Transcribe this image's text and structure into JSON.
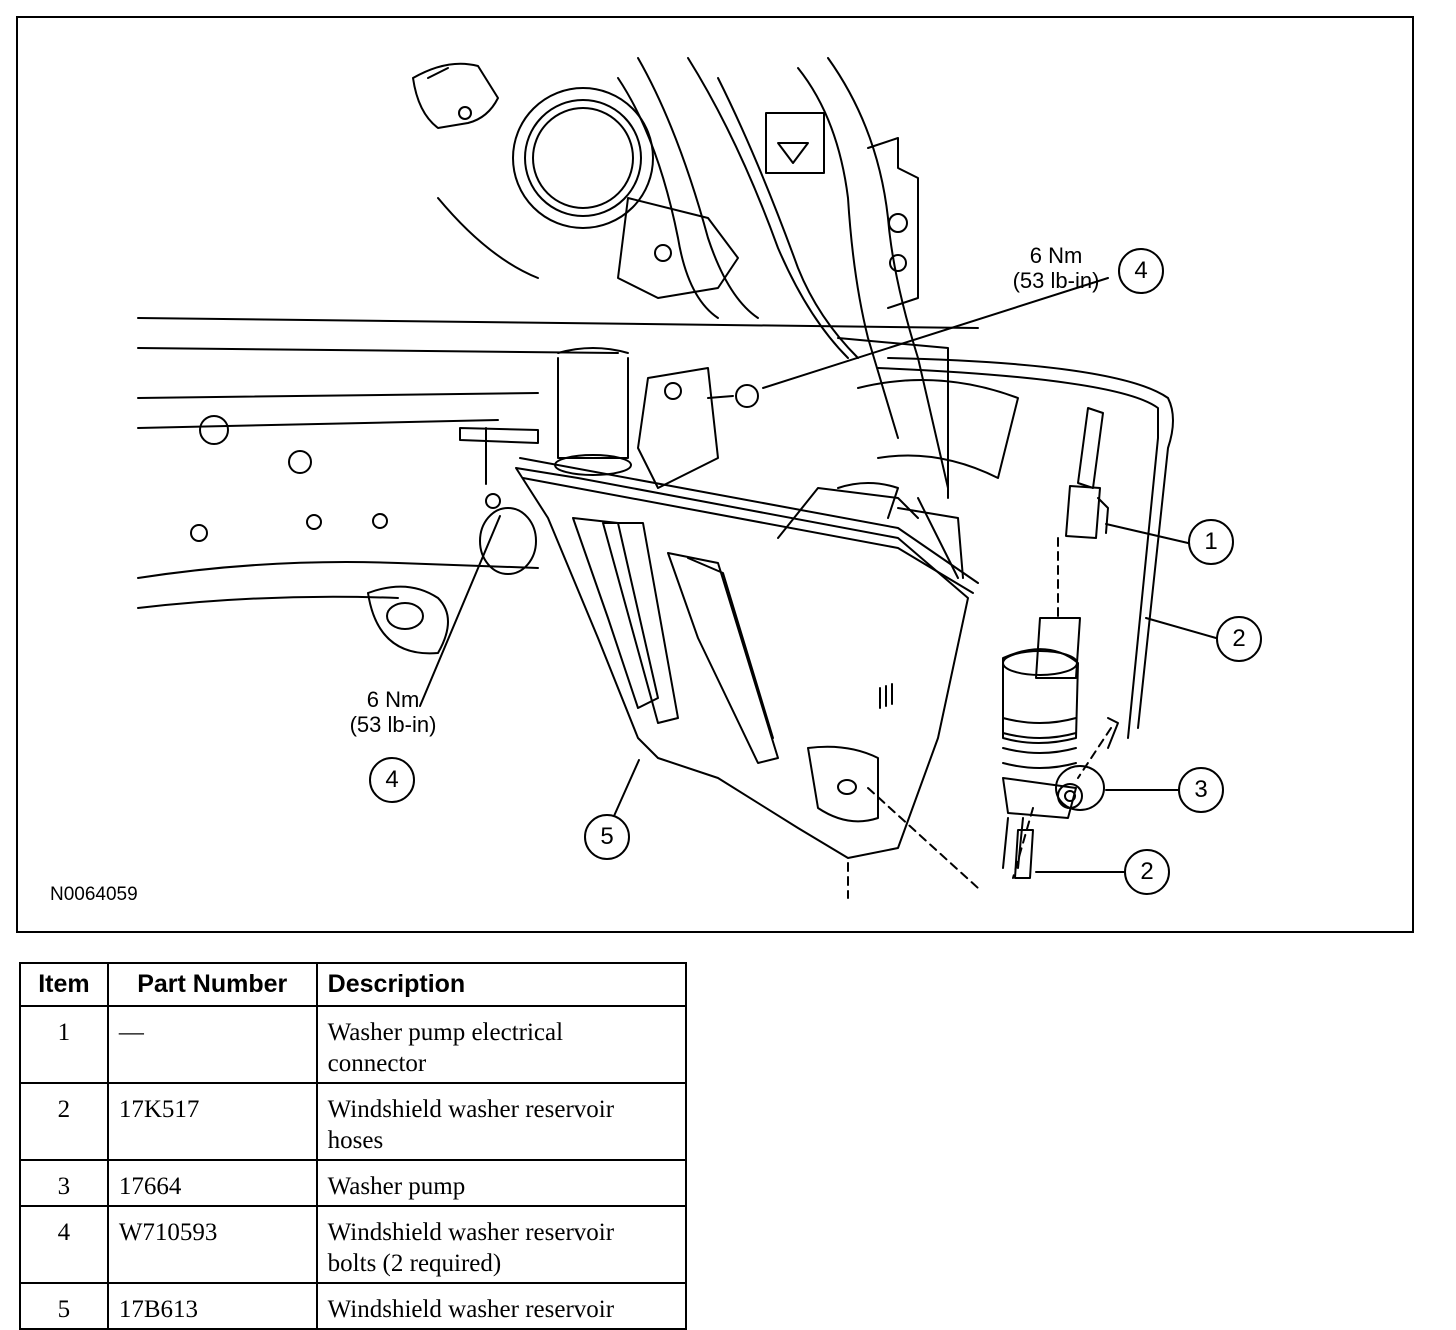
{
  "figure": {
    "figure_id": "N0064059",
    "torque_spec": {
      "nm": "6 Nm",
      "lbin": "(53 lb-in)"
    },
    "callouts": [
      "4",
      "1",
      "2",
      "4",
      "3",
      "5",
      "2"
    ]
  },
  "table": {
    "headers": {
      "item": "Item",
      "part_number": "Part Number",
      "description": "Description"
    },
    "rows": [
      {
        "item": "1",
        "part_number": "—",
        "description_lines": [
          "Washer pump electrical",
          "connector"
        ]
      },
      {
        "item": "2",
        "part_number": "17K517",
        "description_lines": [
          "Windshield washer reservoir",
          "hoses"
        ]
      },
      {
        "item": "3",
        "part_number": "17664",
        "description_lines": [
          "Washer pump"
        ]
      },
      {
        "item": "4",
        "part_number": "W710593",
        "description_lines": [
          "Windshield washer reservoir",
          "bolts (2 required)"
        ]
      },
      {
        "item": "5",
        "part_number": "17B613",
        "description_lines": [
          "Windshield washer reservoir"
        ]
      }
    ]
  }
}
